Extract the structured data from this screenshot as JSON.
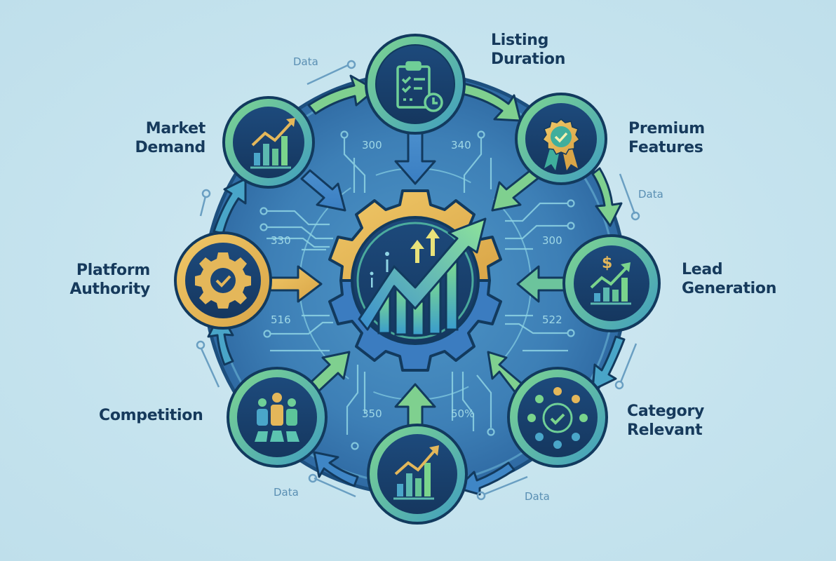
{
  "diagram": {
    "title": "",
    "center": {
      "name": "growth-engine",
      "icon": "gear-growth-chart-icon"
    },
    "nodes": [
      {
        "id": "listing-duration",
        "line1": "Listing",
        "line2": "Duration",
        "icon": "clipboard-clock-icon"
      },
      {
        "id": "premium-features",
        "line1": "Premium",
        "line2": "Features",
        "icon": "award-badge-icon"
      },
      {
        "id": "lead-generation",
        "line1": "Lead",
        "line2": "Generation",
        "icon": "dollar-growth-chart-icon"
      },
      {
        "id": "category-relevant",
        "line1": "Category",
        "line2": "Relevant",
        "icon": "network-check-icon"
      },
      {
        "id": "bottom-growth",
        "line1": "",
        "line2": "",
        "icon": "bar-chart-growth-icon"
      },
      {
        "id": "competition",
        "line1": "Competition",
        "line2": "",
        "icon": "people-group-icon"
      },
      {
        "id": "platform-authority",
        "line1": "Platform",
        "line2": "Authority",
        "icon": "gear-check-icon"
      },
      {
        "id": "market-demand",
        "line1": "Market",
        "line2": "Demand",
        "icon": "bar-chart-growth-icon"
      }
    ],
    "data_labels": [
      "Data",
      "Data",
      "Data",
      "Data"
    ],
    "numbers": {
      "top_left": "300",
      "top_right": "340",
      "mid_left_upper": "330",
      "mid_left_lower": "516",
      "mid_right_upper": "300",
      "mid_right_lower": "522",
      "bottom_left": "350",
      "bottom_right": "50%"
    },
    "colors": {
      "background": "#c5e3ee",
      "ring_fill": "#3f82b8",
      "node_dark": "#173f6e",
      "green": "#6cc98a",
      "gold": "#e5b85a",
      "outline": "#123a5e",
      "text": "#163a5c",
      "circuit": "#8fd4e4"
    }
  }
}
